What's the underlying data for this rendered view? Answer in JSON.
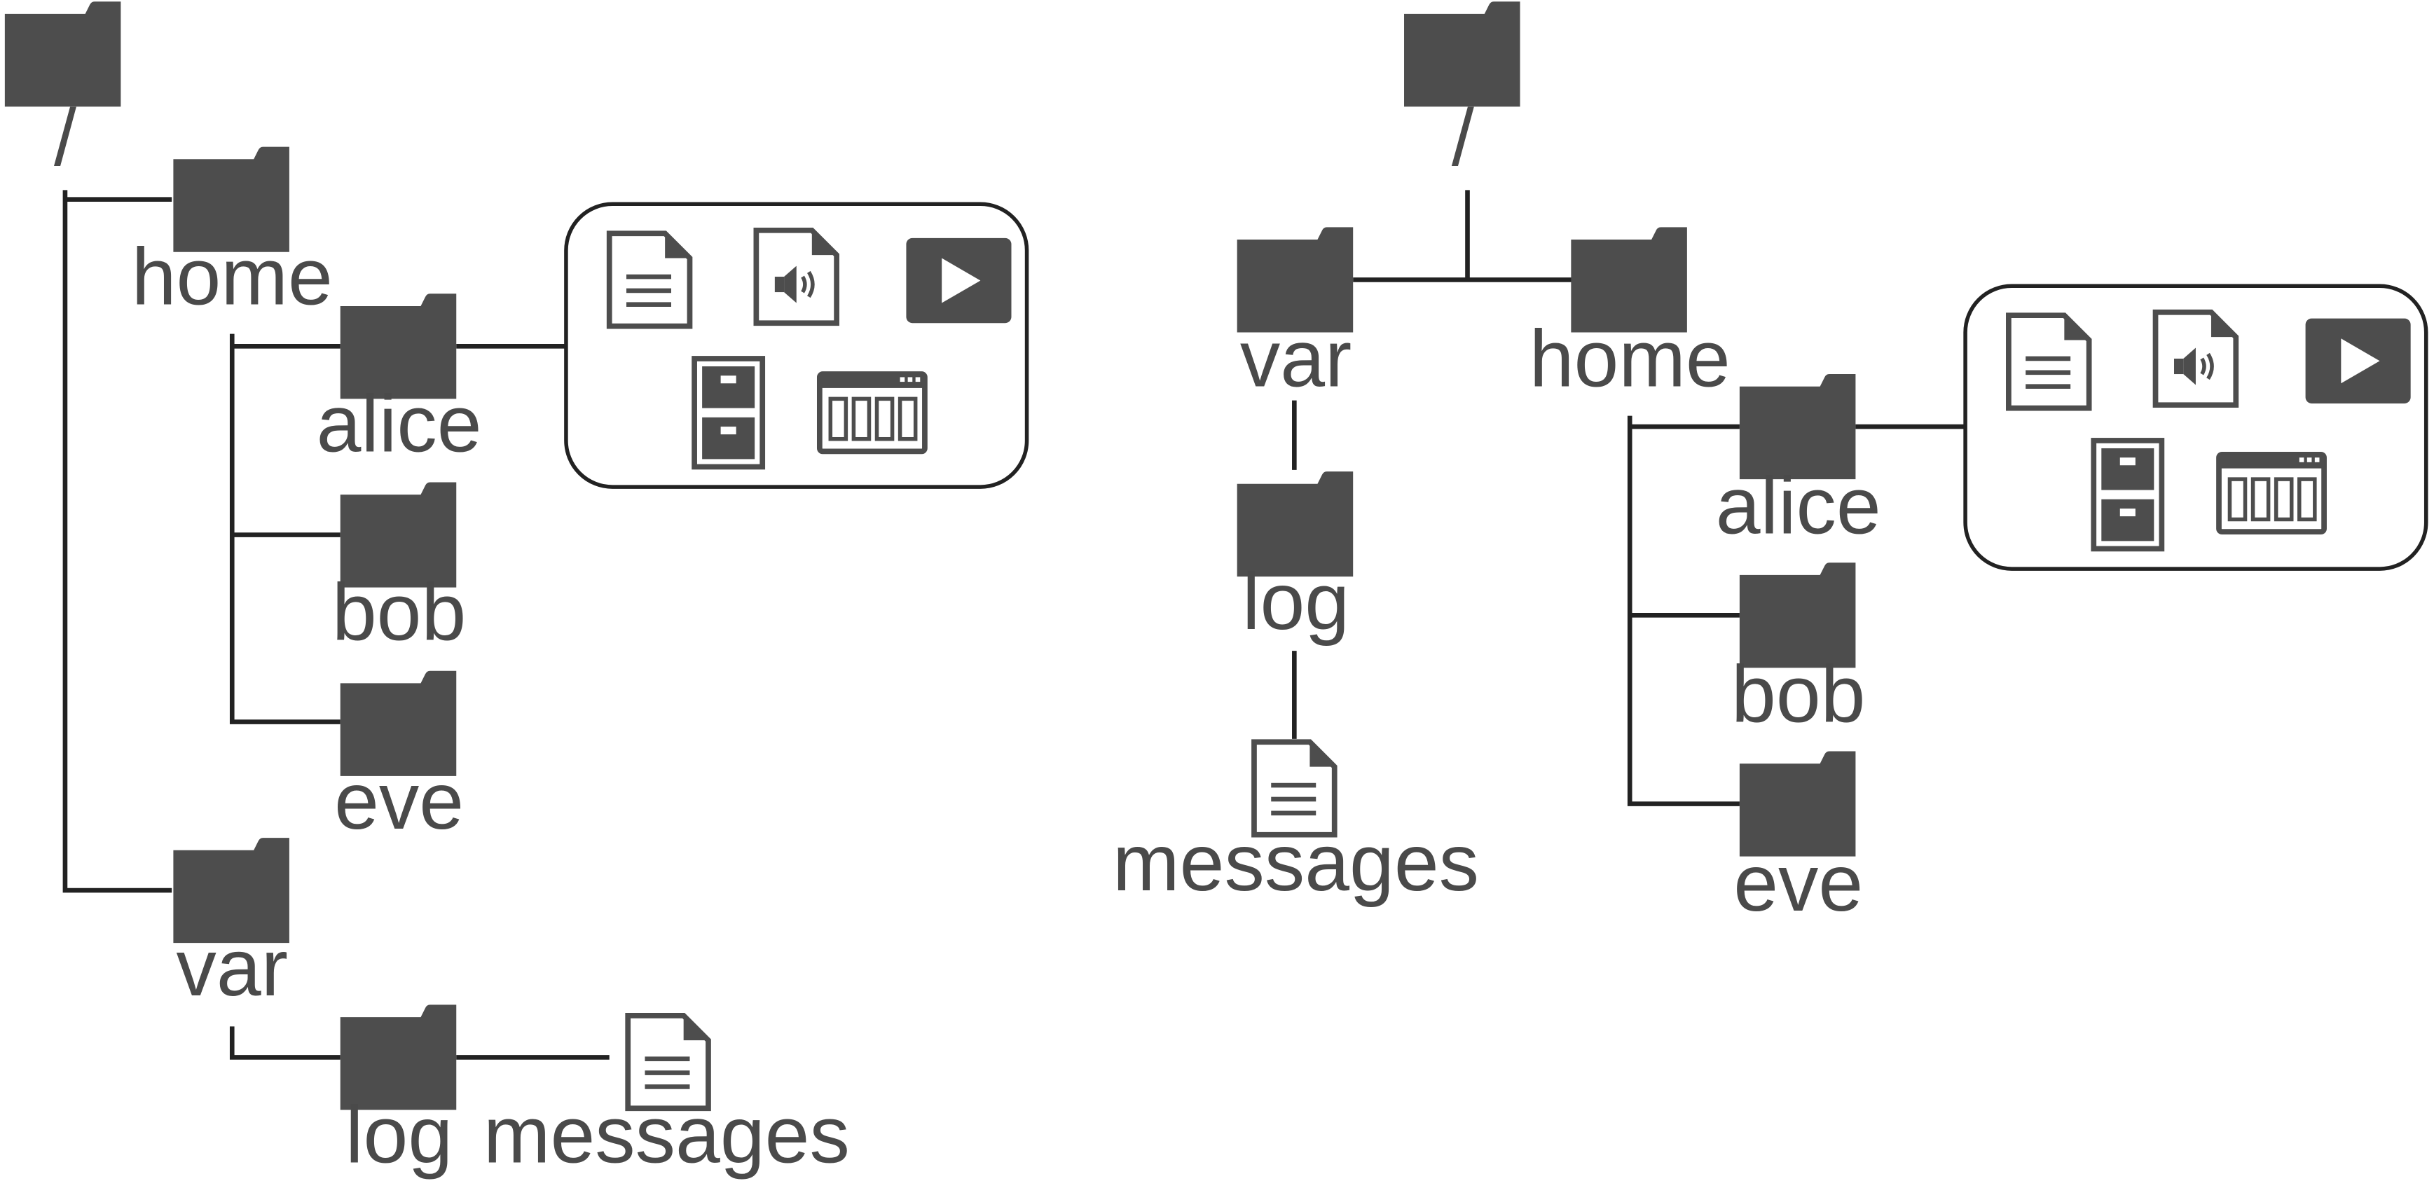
{
  "colors": {
    "icon_fill": "#4d4d4d",
    "line": "#222222",
    "text": "#4a4a4a",
    "background": "#ffffff"
  },
  "left_tree": {
    "root": "/",
    "home": "home",
    "alice": "alice",
    "bob": "bob",
    "eve": "eve",
    "var": "var",
    "log": "log",
    "messages": "messages"
  },
  "right_tree": {
    "root": "/",
    "var": "var",
    "home": "home",
    "log": "log",
    "messages": "messages",
    "alice": "alice",
    "bob": "bob",
    "eve": "eve"
  },
  "icons": {
    "folder": "folder-icon",
    "document": "document-icon",
    "audio_file": "audio-file-icon",
    "video": "video-play-icon",
    "filing_cabinet": "filing-cabinet-icon",
    "application_window": "app-window-icon"
  }
}
